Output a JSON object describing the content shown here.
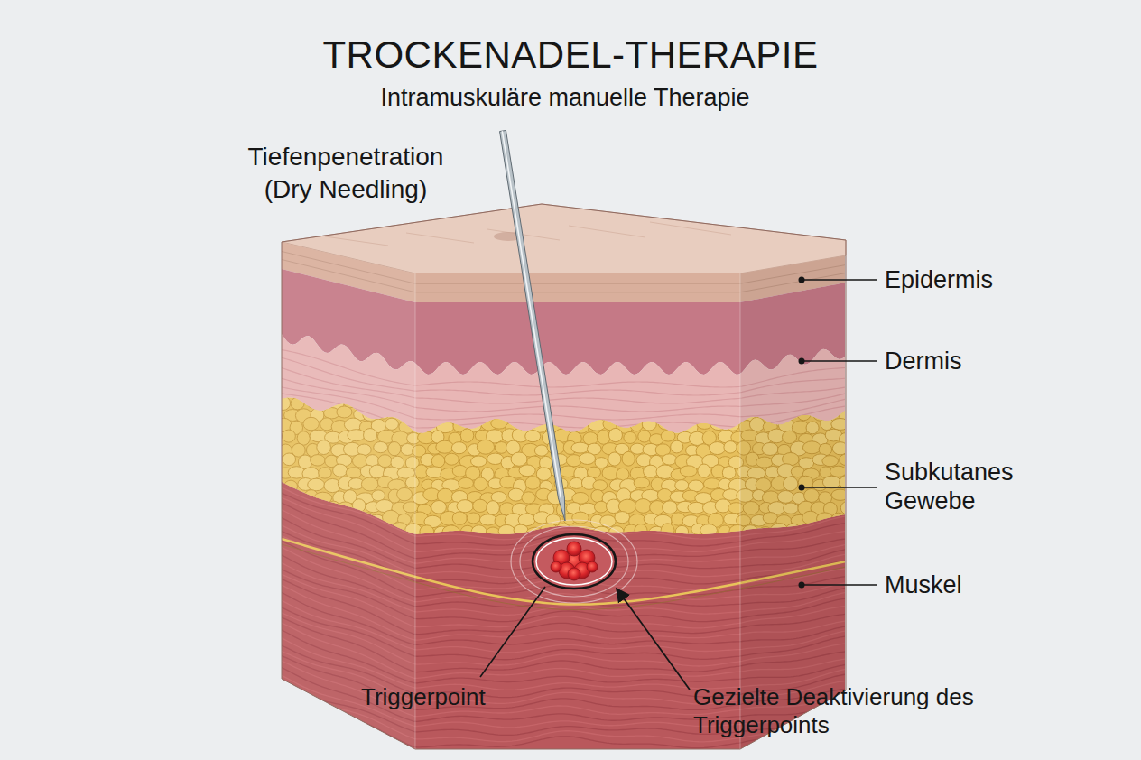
{
  "diagram": {
    "title": "TROCKENADEL-THERAPIE",
    "labels": [
      "Intramuskuläre manuelle Therapie",
      "Tiefenpenetration (Dry Needling)",
      "Epidermis",
      "Dermis",
      "Subkutanes Gewebe",
      "Muskel",
      "Triggerpoint",
      "Gezielte Deaktivierung des Triggerpoints"
    ]
  }
}
